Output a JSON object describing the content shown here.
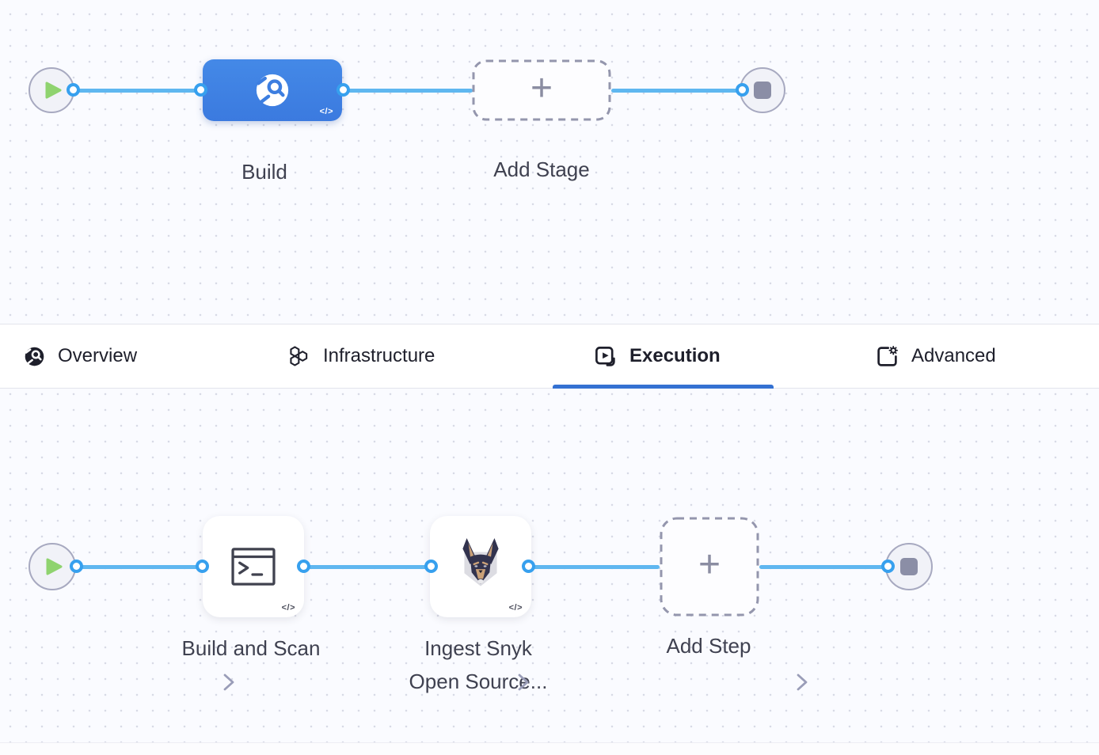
{
  "colors": {
    "canvas_bg": "#fafbff",
    "canvas_dot": "#d8dae6",
    "connector_line": "#5fb7f0",
    "connector_point_border": "#37a0ee",
    "stage_blue_top": "#4489e7",
    "stage_blue_bottom": "#3b7adf",
    "terminal_node_fill": "#f1f2f8",
    "terminal_node_border": "#a7a9c0",
    "play_green": "#8fd36f",
    "stop_square_gray": "#8b8ea6",
    "dashed_border": "#9496ad",
    "plus_gray": "#8b8da2",
    "label_text": "#3f4150",
    "tab_text": "#1e1f2b",
    "tab_underline": "#3471d2",
    "chevron": "#9a9db8"
  },
  "top_pipeline": {
    "stage": {
      "label": "Build",
      "icon": "ci-build-icon",
      "code_badge": "</>"
    },
    "add_stage": {
      "label": "Add Stage",
      "plus": "+"
    }
  },
  "tab_bar": {
    "tabs": [
      {
        "label": "Overview",
        "icon": "ci-overview-icon",
        "active": false
      },
      {
        "label": "Infrastructure",
        "icon": "hexagons-infrastructure-icon",
        "active": false
      },
      {
        "label": "Execution",
        "icon": "execution-play-icon",
        "active": true
      },
      {
        "label": "Advanced",
        "icon": "advanced-gear-icon",
        "active": false
      }
    ]
  },
  "bottom_pipeline": {
    "steps": [
      {
        "label": "Build and Scan",
        "icon": "terminal-icon",
        "code_badge": "</>"
      },
      {
        "label_line1": "Ingest Snyk",
        "label_line2": "Open Source...",
        "icon": "snyk-doberman-icon",
        "code_badge": "</>"
      }
    ],
    "add_step": {
      "label": "Add Step",
      "plus": "+"
    }
  }
}
